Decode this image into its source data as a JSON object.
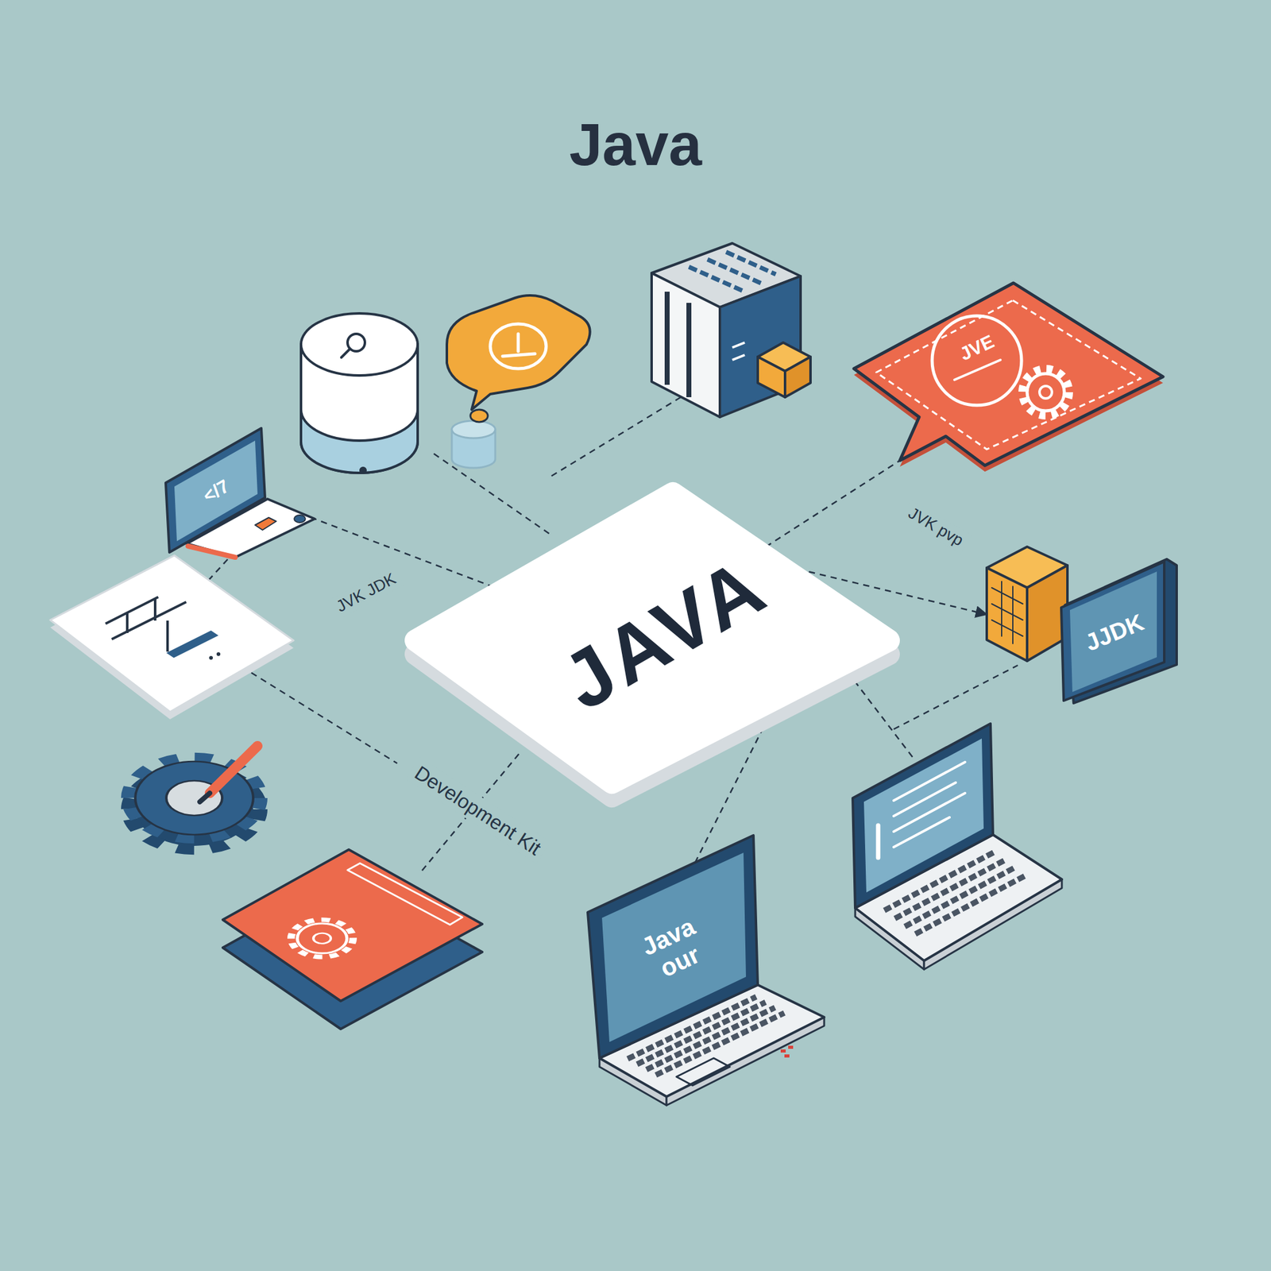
{
  "diagram": {
    "title": "Java",
    "nodes": [
      {
        "text": [
          "JVE"
        ]
      },
      {
        "text": [
          "</7"
        ]
      },
      {
        "text": [
          "JAVA"
        ]
      },
      {
        "text": [
          "JJDK"
        ]
      },
      {
        "text": [
          "Java our"
        ]
      }
    ],
    "edges": [
      {
        "from": 2,
        "to": 0,
        "arrow": "none"
      },
      {
        "from": 2,
        "to": 1,
        "arrow": "none"
      },
      {
        "from": 2,
        "to": 3,
        "arrow": "to"
      },
      {
        "from": 2,
        "to": 4,
        "arrow": "none"
      }
    ],
    "labels": [
      "JVK JDK",
      "JVK pvp",
      "Development Kit"
    ]
  }
}
